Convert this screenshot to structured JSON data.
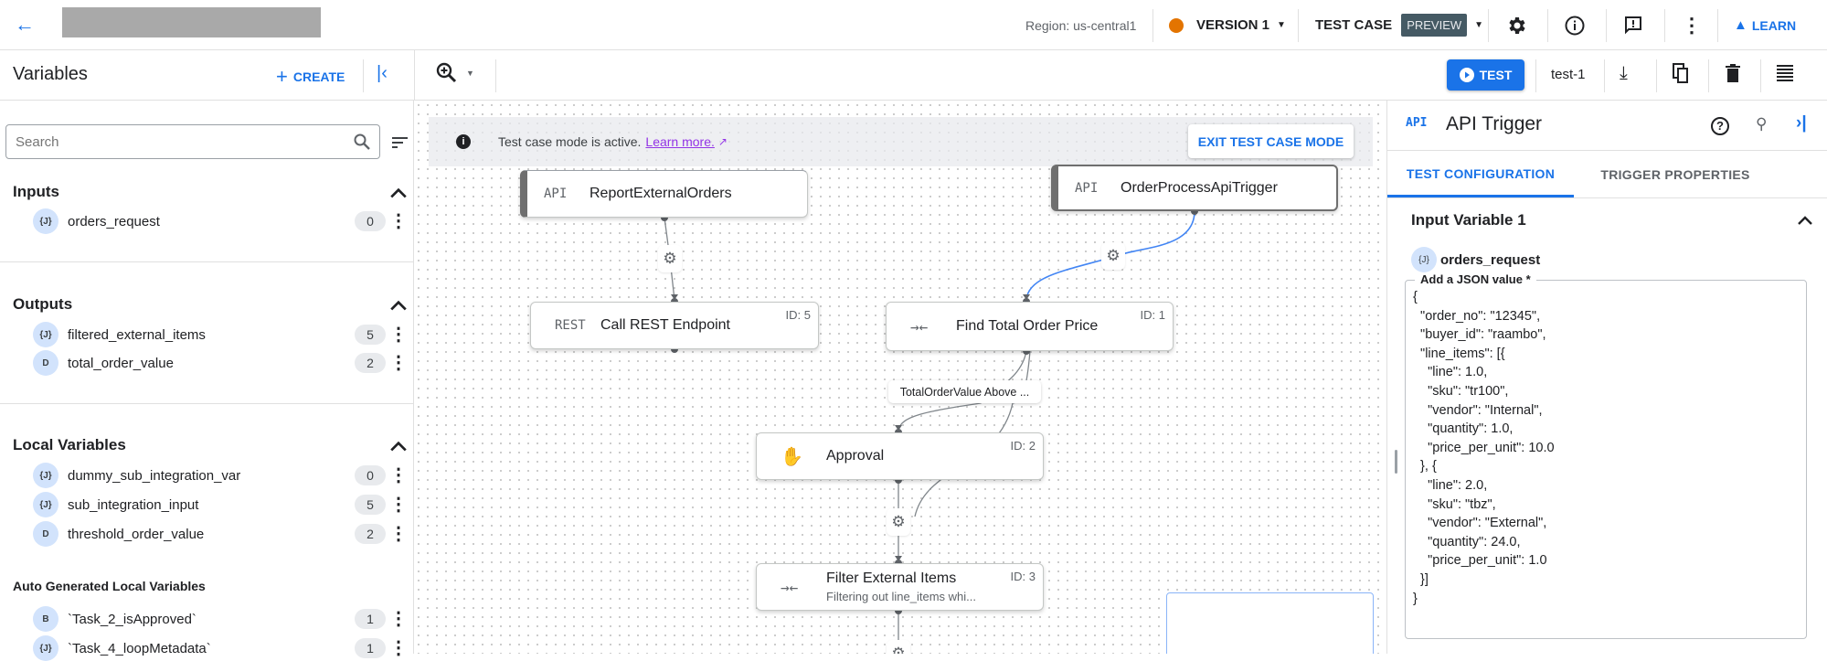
{
  "header": {
    "region": "Region: us-central1",
    "version": "VERSION 1",
    "version_color": "#e37400",
    "test_case": "TEST CASE",
    "preview_badge": "PREVIEW",
    "learn": "LEARN",
    "icons": [
      "back-arrow-icon",
      "settings-icon",
      "info-icon",
      "feedback-icon",
      "more-vert-icon",
      "school-icon"
    ]
  },
  "toolbar": {
    "test_button": "TEST",
    "test_case_name": "test-1",
    "accent": "#1a73e8"
  },
  "variables": {
    "title": "Variables",
    "create": "CREATE",
    "search_placeholder": "Search",
    "sections": [
      {
        "title": "Inputs",
        "items": [
          {
            "type": "{J}",
            "name": "orders_request",
            "count": "0"
          }
        ]
      },
      {
        "title": "Outputs",
        "items": [
          {
            "type": "{J}",
            "name": "filtered_external_items",
            "count": "5"
          },
          {
            "type": "D",
            "name": "total_order_value",
            "count": "2"
          }
        ]
      },
      {
        "title": "Local Variables",
        "items": [
          {
            "type": "{J}",
            "name": "dummy_sub_integration_var",
            "count": "0"
          },
          {
            "type": "{J}",
            "name": "sub_integration_input",
            "count": "5"
          },
          {
            "type": "D",
            "name": "threshold_order_value",
            "count": "2"
          }
        ]
      },
      {
        "title": "Auto Generated Local Variables",
        "items": [
          {
            "type": "B",
            "name": "`Task_2_isApproved`",
            "count": "1"
          },
          {
            "type": "{J}",
            "name": "`Task_4_loopMetadata`",
            "count": "1"
          }
        ]
      }
    ]
  },
  "canvas": {
    "banner_text": "Test case mode is active.",
    "banner_link": "Learn more.",
    "exit_button": "EXIT TEST CASE MODE",
    "nodes": [
      {
        "icon": "API",
        "title": "ReportExternalOrders"
      },
      {
        "icon": "API",
        "title": "OrderProcessApiTrigger"
      },
      {
        "icon": "REST",
        "title": "Call REST Endpoint",
        "id": "ID: 5"
      },
      {
        "icon": "mapper",
        "title": "Find Total Order Price",
        "id": "ID: 1"
      },
      {
        "icon": "hand",
        "title": "Approval",
        "id": "ID: 2"
      },
      {
        "icon": "mapper",
        "title": "Filter External Items",
        "subtitle": "Filtering out line_items whi...",
        "id": "ID: 3"
      }
    ],
    "edge_label": "TotalOrderValue Above ...",
    "active_edge_color": "#4285f4"
  },
  "panel": {
    "icon": "API",
    "title": "API Trigger",
    "tabs": [
      {
        "label": "TEST CONFIGURATION",
        "active": true
      },
      {
        "label": "TRIGGER PROPERTIES",
        "active": false
      }
    ],
    "section_title": "Input Variable 1",
    "var_type": "{J}",
    "var_name": "orders_request",
    "json_label": "Add a JSON value *",
    "json_value": "{\n  \"order_no\": \"12345\",\n  \"buyer_id\": \"raambo\",\n  \"line_items\": [{\n    \"line\": 1.0,\n    \"sku\": \"tr100\",\n    \"vendor\": \"Internal\",\n    \"quantity\": 1.0,\n    \"price_per_unit\": 10.0\n  }, {\n    \"line\": 2.0,\n    \"sku\": \"tbz\",\n    \"vendor\": \"External\",\n    \"quantity\": 24.0,\n    \"price_per_unit\": 1.0\n  }]\n}"
  }
}
